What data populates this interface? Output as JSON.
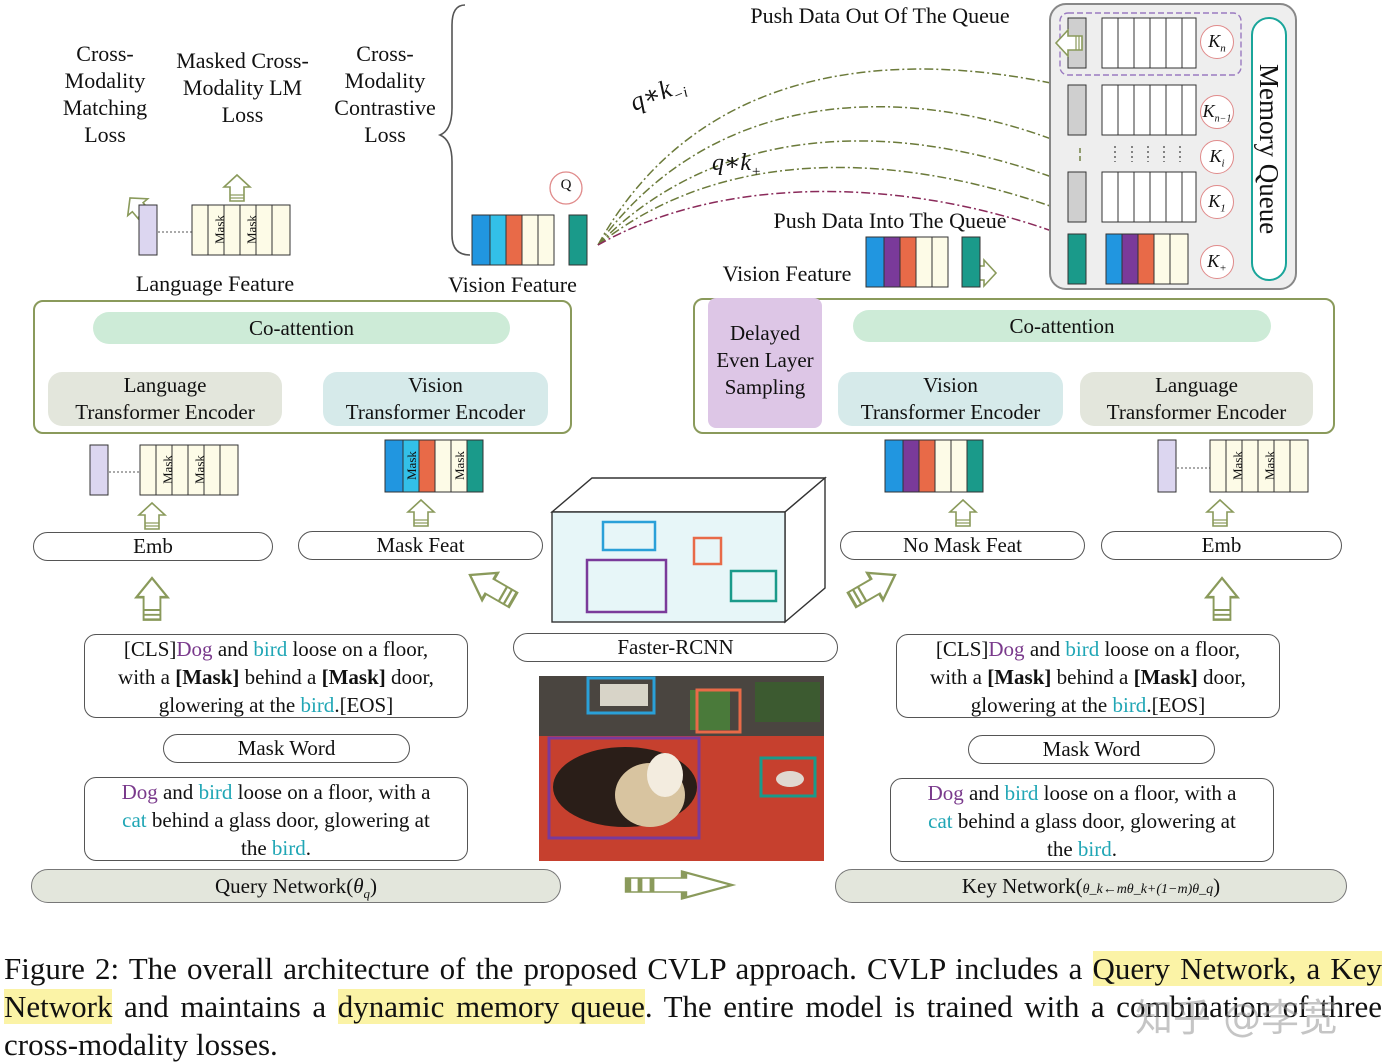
{
  "losses": {
    "matching": [
      "Cross-",
      "Modality",
      "Matching",
      "Loss"
    ],
    "masked_lm": [
      "Masked Cross-",
      "Modality LM",
      "Loss"
    ],
    "contrastive": [
      "Cross-",
      "Modality",
      "Contrastive",
      "Loss"
    ]
  },
  "query_side": {
    "language_feature": "Language Feature",
    "vision_feature": "Vision Feature",
    "q_label": "Q",
    "co_attention": "Co-attention",
    "lang_encoder": [
      "Language",
      "Transformer Encoder"
    ],
    "vision_encoder": [
      "Vision",
      "Transformer Encoder"
    ],
    "emb": "Emb",
    "mask_feat": "Mask Feat",
    "mask_token": "Mask",
    "mask_word": "Mask Word",
    "masked_sentence": {
      "l1_a": "[CLS]",
      "l1_dog": "Dog",
      "l1_b": " and ",
      "l1_bird": "bird",
      "l1_c": " loose on a floor,",
      "l2_a": "with a ",
      "l2_mask1": "[Mask]",
      "l2_b": " behind a ",
      "l2_mask2": "[Mask]",
      "l2_c": " door,",
      "l3_a": "glowering at the ",
      "l3_bird": "bird",
      "l3_b": ".[EOS]"
    },
    "sentence": {
      "l1_dog": "Dog",
      "l1_a": " and ",
      "l1_bird": "bird",
      "l1_b": " loose on a floor, with a",
      "l2_cat": "cat",
      "l2_a": " behind a glass door, glowering at",
      "l3_a": "the ",
      "l3_bird": "bird",
      "l3_b": "."
    },
    "network": "Query Network(",
    "network_theta": "θ",
    "network_sub": "q",
    "network_end": ")"
  },
  "center": {
    "faster_rcnn": "Faster-RCNN"
  },
  "key_side": {
    "push_out": "Push Data Out Of The Queue",
    "push_in": "Push Data Into The Queue",
    "vision_feature": "Vision Feature",
    "delayed": [
      "Delayed",
      "Even Layer",
      "Sampling"
    ],
    "co_attention": "Co-attention",
    "vision_encoder": [
      "Vision",
      "Transformer Encoder"
    ],
    "lang_encoder": [
      "Language",
      "Transformer Encoder"
    ],
    "no_mask_feat": "No Mask Feat",
    "emb": "Emb",
    "mask_token": "Mask",
    "mask_word": "Mask Word",
    "masked_sentence": {
      "l1_a": "[CLS]",
      "l1_dog": "Dog",
      "l1_b": " and ",
      "l1_bird": "bird",
      "l1_c": " loose on a floor,",
      "l2_a": "with a ",
      "l2_mask1": "[Mask]",
      "l2_b": " behind a ",
      "l2_mask2": "[Mask]",
      "l2_c": " door,",
      "l3_a": "glowering at the ",
      "l3_bird": "bird",
      "l3_b": ".[EOS]"
    },
    "sentence": {
      "l1_dog": "Dog",
      "l1_a": " and ",
      "l1_bird": "bird",
      "l1_b": " loose on a floor, with a",
      "l2_cat": "cat",
      "l2_a": " behind a glass door, glowering at",
      "l3_a": "the ",
      "l3_bird": "bird",
      "l3_b": "."
    },
    "network": "Key Network(",
    "network_formula": "θ_k←mθ_k+(1−m)θ_q",
    "network_end": ")"
  },
  "memory_queue": {
    "title": "Memory Queue",
    "k_labels": [
      "K_n",
      "K_n−1",
      "K_i",
      "K_1",
      "K_+"
    ]
  },
  "arrows": {
    "q_k_neg": "q∗k_−i",
    "q_k_pos": "q∗k_+"
  },
  "caption": {
    "p1": "Figure 2:  The overall architecture of the proposed CVLP approach.  CVLP includes a ",
    "h1": "Query Network, a Key Network",
    "p2": " and maintains a ",
    "h2": "dynamic memory queue",
    "p3": ". The entire model is trained with a combination of three cross-modality losses."
  },
  "watermark": "知乎 @李宽",
  "colors": {
    "panel_border": "#8a9a5b",
    "co_attention": "#cdebd7",
    "lang_encoder": "#e3e6dc",
    "vision_encoder": "#d6eaea",
    "delayed": "#ddc6e6",
    "highlight": "#fbf3a6",
    "feat_blue": "#2196e0",
    "feat_cyan": "#33c0e8",
    "feat_orange": "#e86a48",
    "feat_purple": "#7a3a9a",
    "feat_teal": "#1a9a8a",
    "feat_cream": "#fdfbe7"
  }
}
